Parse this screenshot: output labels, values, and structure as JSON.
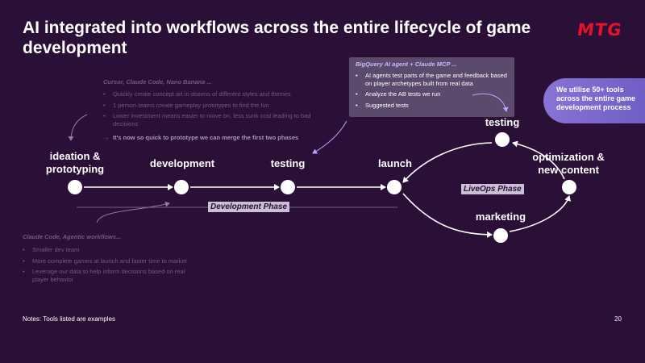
{
  "title": "AI integrated into workflows across the entire lifecycle of game development",
  "logo": "MTG",
  "ideation_tools": {
    "heading": "Cursor, Claude Code, Nano Banana ...",
    "items": [
      "Quickly create concept art in dozens of different styles and themes",
      "1 person teams create gameplay prototypes to find the fun",
      "Lower investment means easier to move on, less sunk cost leading to bad decisions"
    ],
    "note": "It's now so quick to prototype we can merge the first two phases"
  },
  "bigquery_box": {
    "heading": "BigQuery AI agent + Claude MCP ...",
    "items": [
      "AI agents test parts of the game and feedback based on player archetypes built from real data",
      "Analyze the AB tests we run",
      "Suggested tests"
    ]
  },
  "tools_pill": "We utilise 50+ tools across the entire game development process",
  "stages": {
    "ideation": "ideation & prototyping",
    "development": "development",
    "testing": "testing",
    "launch": "launch",
    "liveops_testing": "testing",
    "optimization": "optimization & new content",
    "marketing": "marketing"
  },
  "phases": {
    "development": "Development Phase",
    "liveops": "LiveOps Phase"
  },
  "dev_tools": {
    "heading": "Claude Code, Agentic workflows...",
    "items": [
      "Smaller dev team",
      "More complete games at launch and faster time to market",
      "Leverage our data to help inform decisions based on real player behavior"
    ]
  },
  "footnote": "Notes: Tools listed are examples",
  "page_number": "20",
  "colors": {
    "background": "#2a0f36",
    "brand": "#e8102a",
    "accent": "#7b68d0",
    "muted_text": "#6f5a82"
  }
}
